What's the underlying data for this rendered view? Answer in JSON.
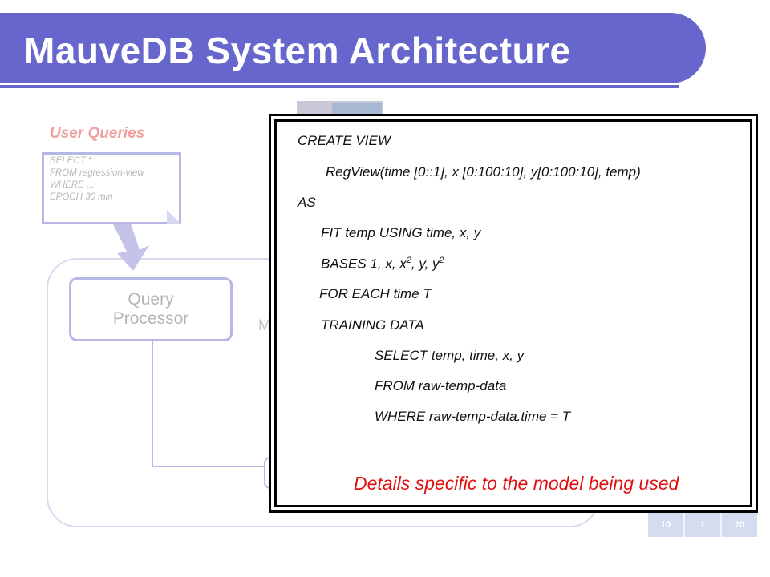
{
  "slide": {
    "title": "MauveDB System Architecture",
    "colors": {
      "banner": "#6666cc",
      "note_red": "#e01010",
      "faded_border": "#b7b7e6"
    }
  },
  "background": {
    "user_queries_label": "User Queries",
    "query_lines": [
      "SELECT *",
      "FROM regression-view",
      "WHERE ...",
      "EPOCH 30 min"
    ],
    "query_processor_label": "Query Processor",
    "partial_label": "M",
    "table_fragment": [
      "10",
      "1",
      "20"
    ]
  },
  "popup": {
    "lines": [
      {
        "text": "CREATE VIEW"
      },
      {
        "text": "RegView(time [0::1], x [0:100:10], y[0:100:10], temp)"
      },
      {
        "text": "AS"
      },
      {
        "text": "FIT temp USING time, x, y"
      },
      {
        "text_parts": [
          "BASES 1, x, x",
          "2",
          ", y, y",
          "2"
        ]
      },
      {
        "text": "FOR EACH time T"
      },
      {
        "text": "TRAINING DATA"
      },
      {
        "text": "SELECT temp, time, x, y"
      },
      {
        "text": "FROM raw-temp-data"
      },
      {
        "text": "WHERE raw-temp-data.time = T"
      }
    ],
    "note": "Details specific to the model being used"
  }
}
